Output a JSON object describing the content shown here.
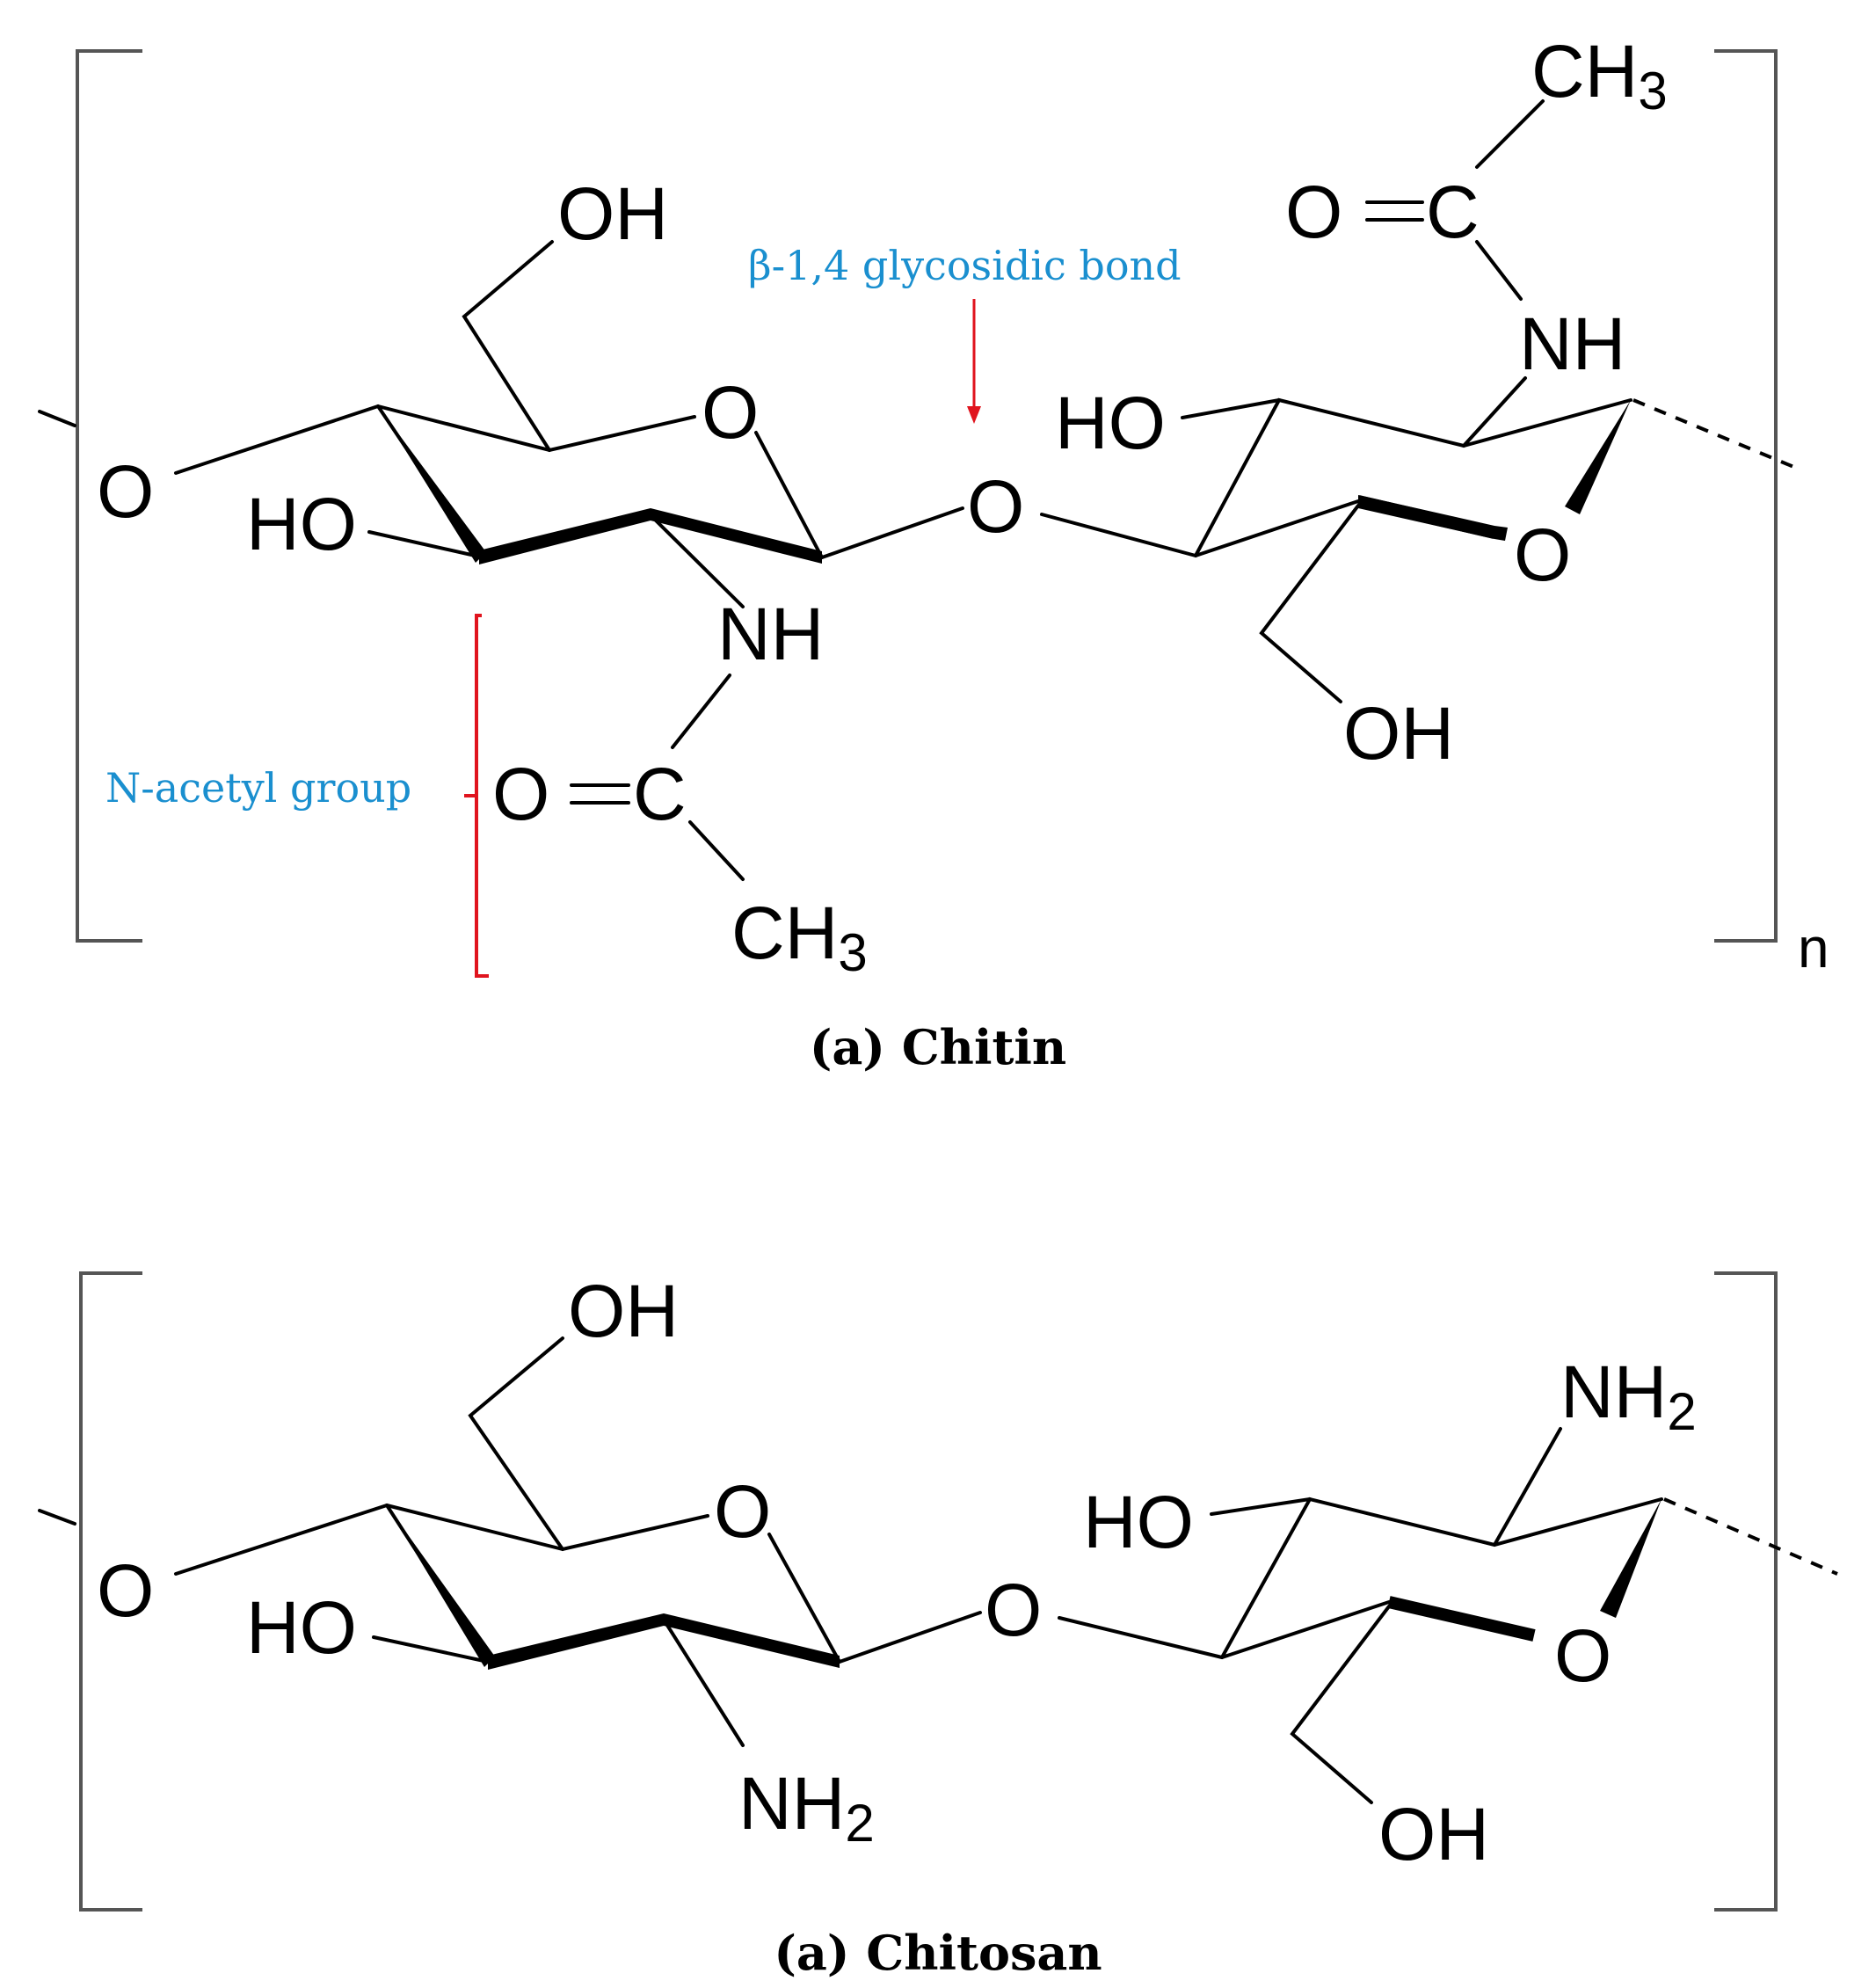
{
  "colors": {
    "annotation_text": "#1a8fcf",
    "annotation_marker": "#e0141e"
  },
  "labels": {
    "oh": "OH",
    "ho": "HO",
    "o": "O",
    "nh": "NH",
    "n": "N",
    "h": "H",
    "c": "C",
    "ch": "CH",
    "sub_two": "2",
    "sub_three": "3",
    "repeat_n": "n"
  },
  "annotations": {
    "glycosidic_bond": "β-1,4 glycosidic bond",
    "n_acetyl_group": "N-acetyl group"
  },
  "captions": {
    "chitin": "(a) Chitin",
    "chitosan": "(a) Chitosan"
  }
}
